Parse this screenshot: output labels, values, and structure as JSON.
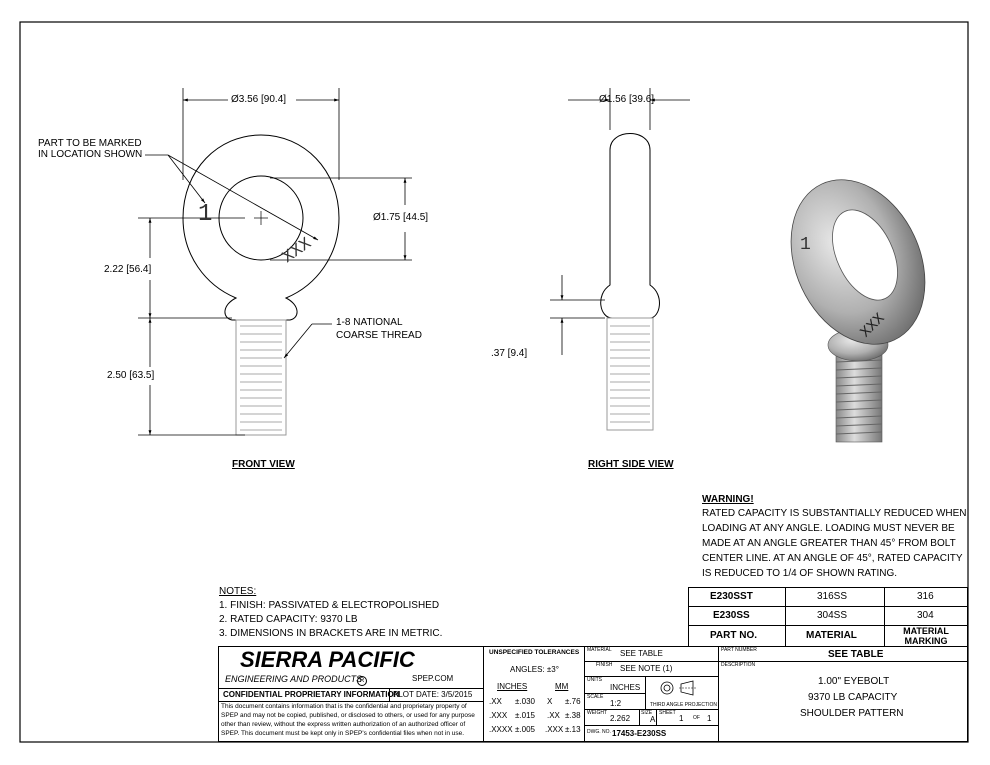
{
  "views": {
    "front_view_label": "FRONT VIEW",
    "right_side_view_label": "RIGHT SIDE VIEW"
  },
  "dimensions": {
    "eye_outer_diameter": "Ø3.56 [90.4]",
    "eye_inner_diameter": "Ø1.75 [44.5]",
    "height_to_center": "2.22 [56.4]",
    "thread_length": "2.50 [63.5]",
    "side_width": "Ø1.56 [39.6]",
    "shoulder_height": ".37 [9.4]"
  },
  "callouts": {
    "marking_line1": "PART TO BE MARKED",
    "marking_line2": "IN LOCATION SHOWN",
    "thread_line1": "1-8 NATIONAL",
    "thread_line2": "COARSE THREAD",
    "mark_digit": "1",
    "mark_text": "XXX"
  },
  "warning": {
    "title": "WARNING!",
    "lines": [
      "RATED CAPACITY IS SUBSTANTIALLY REDUCED WHEN",
      "LOADING AT ANY ANGLE. LOADING MUST NEVER BE",
      "MADE AT AN ANGLE GREATER THAN 45°  FROM BOLT",
      "CENTER LINE. AT AN ANGLE OF 45°, RATED CAPACITY",
      "IS REDUCED TO 1/4 OF SHOWN RATING."
    ]
  },
  "notes": {
    "title": "NOTES:",
    "items": [
      "1.   FINISH: PASSIVATED & ELECTROPOLISHED",
      "2.   RATED CAPACITY: 9370 LB",
      "3.   DIMENSIONS IN BRACKETS ARE IN METRIC."
    ]
  },
  "part_table": {
    "rows": [
      [
        "E230SST",
        "316SS",
        "316"
      ],
      [
        "E230SS",
        "304SS",
        "304"
      ]
    ],
    "headers": [
      "PART NO.",
      "MATERIAL",
      "MATERIAL MARKING"
    ]
  },
  "title_block": {
    "company": "SIERRA PACIFIC",
    "company_sub": "ENGINEERING AND PRODUCTS",
    "website": "SPEP.COM",
    "confidential_label": "CONFIDENTIAL PROPRIETARY INFORMATION",
    "plot_date": "PLOT DATE:  3/5/2015",
    "disclaimer": [
      "This document contains information that is the confidential and proprietary property of",
      "SPEP and may not be copied, published, or disclosed to others, or used for any purpose",
      "other than review, without the express written authorization of an authorized officer of",
      "SPEP. This document must be kept only in SPEP's confidential files when not in use."
    ],
    "tolerances_title": "UNSPECIFIED TOLERANCES",
    "angles": "ANGLES: ±3°",
    "inches_label": "INCHES",
    "mm_label": "MM",
    "tol_rows": [
      [
        ".XX",
        "±.030",
        "X",
        "±.76"
      ],
      [
        ".XXX",
        "±.015",
        ".XX",
        "±.38"
      ],
      [
        ".XXXX",
        "±.005",
        ".XXX",
        "±.13"
      ]
    ],
    "material_label": "MATERIAL",
    "material_value": "SEE TABLE",
    "finish_label": "FINISH",
    "finish_value": "SEE NOTE (1)",
    "units_label": "UNITS",
    "units_value": "INCHES",
    "projection_label": "THIRD ANGLE PROJECTION",
    "scale_label": "SCALE",
    "scale_value": "1:2",
    "weight_label": "WEIGHT",
    "weight_value": "2.262",
    "size_label": "SIZE",
    "size_value": "A",
    "sheet_label": "SHEET",
    "sheet_value": "1",
    "of_label": "OF",
    "of_value": "1",
    "dwg_label": "DWG. NO.",
    "dwg_value": "17453-E230SS",
    "part_number_label": "PART NUMBER",
    "part_number_value": "SEE TABLE",
    "description_label": "DESCRIPTION",
    "description_lines": [
      "1.00\" EYEBOLT",
      "9370 LB CAPACITY",
      "SHOULDER PATTERN"
    ]
  }
}
